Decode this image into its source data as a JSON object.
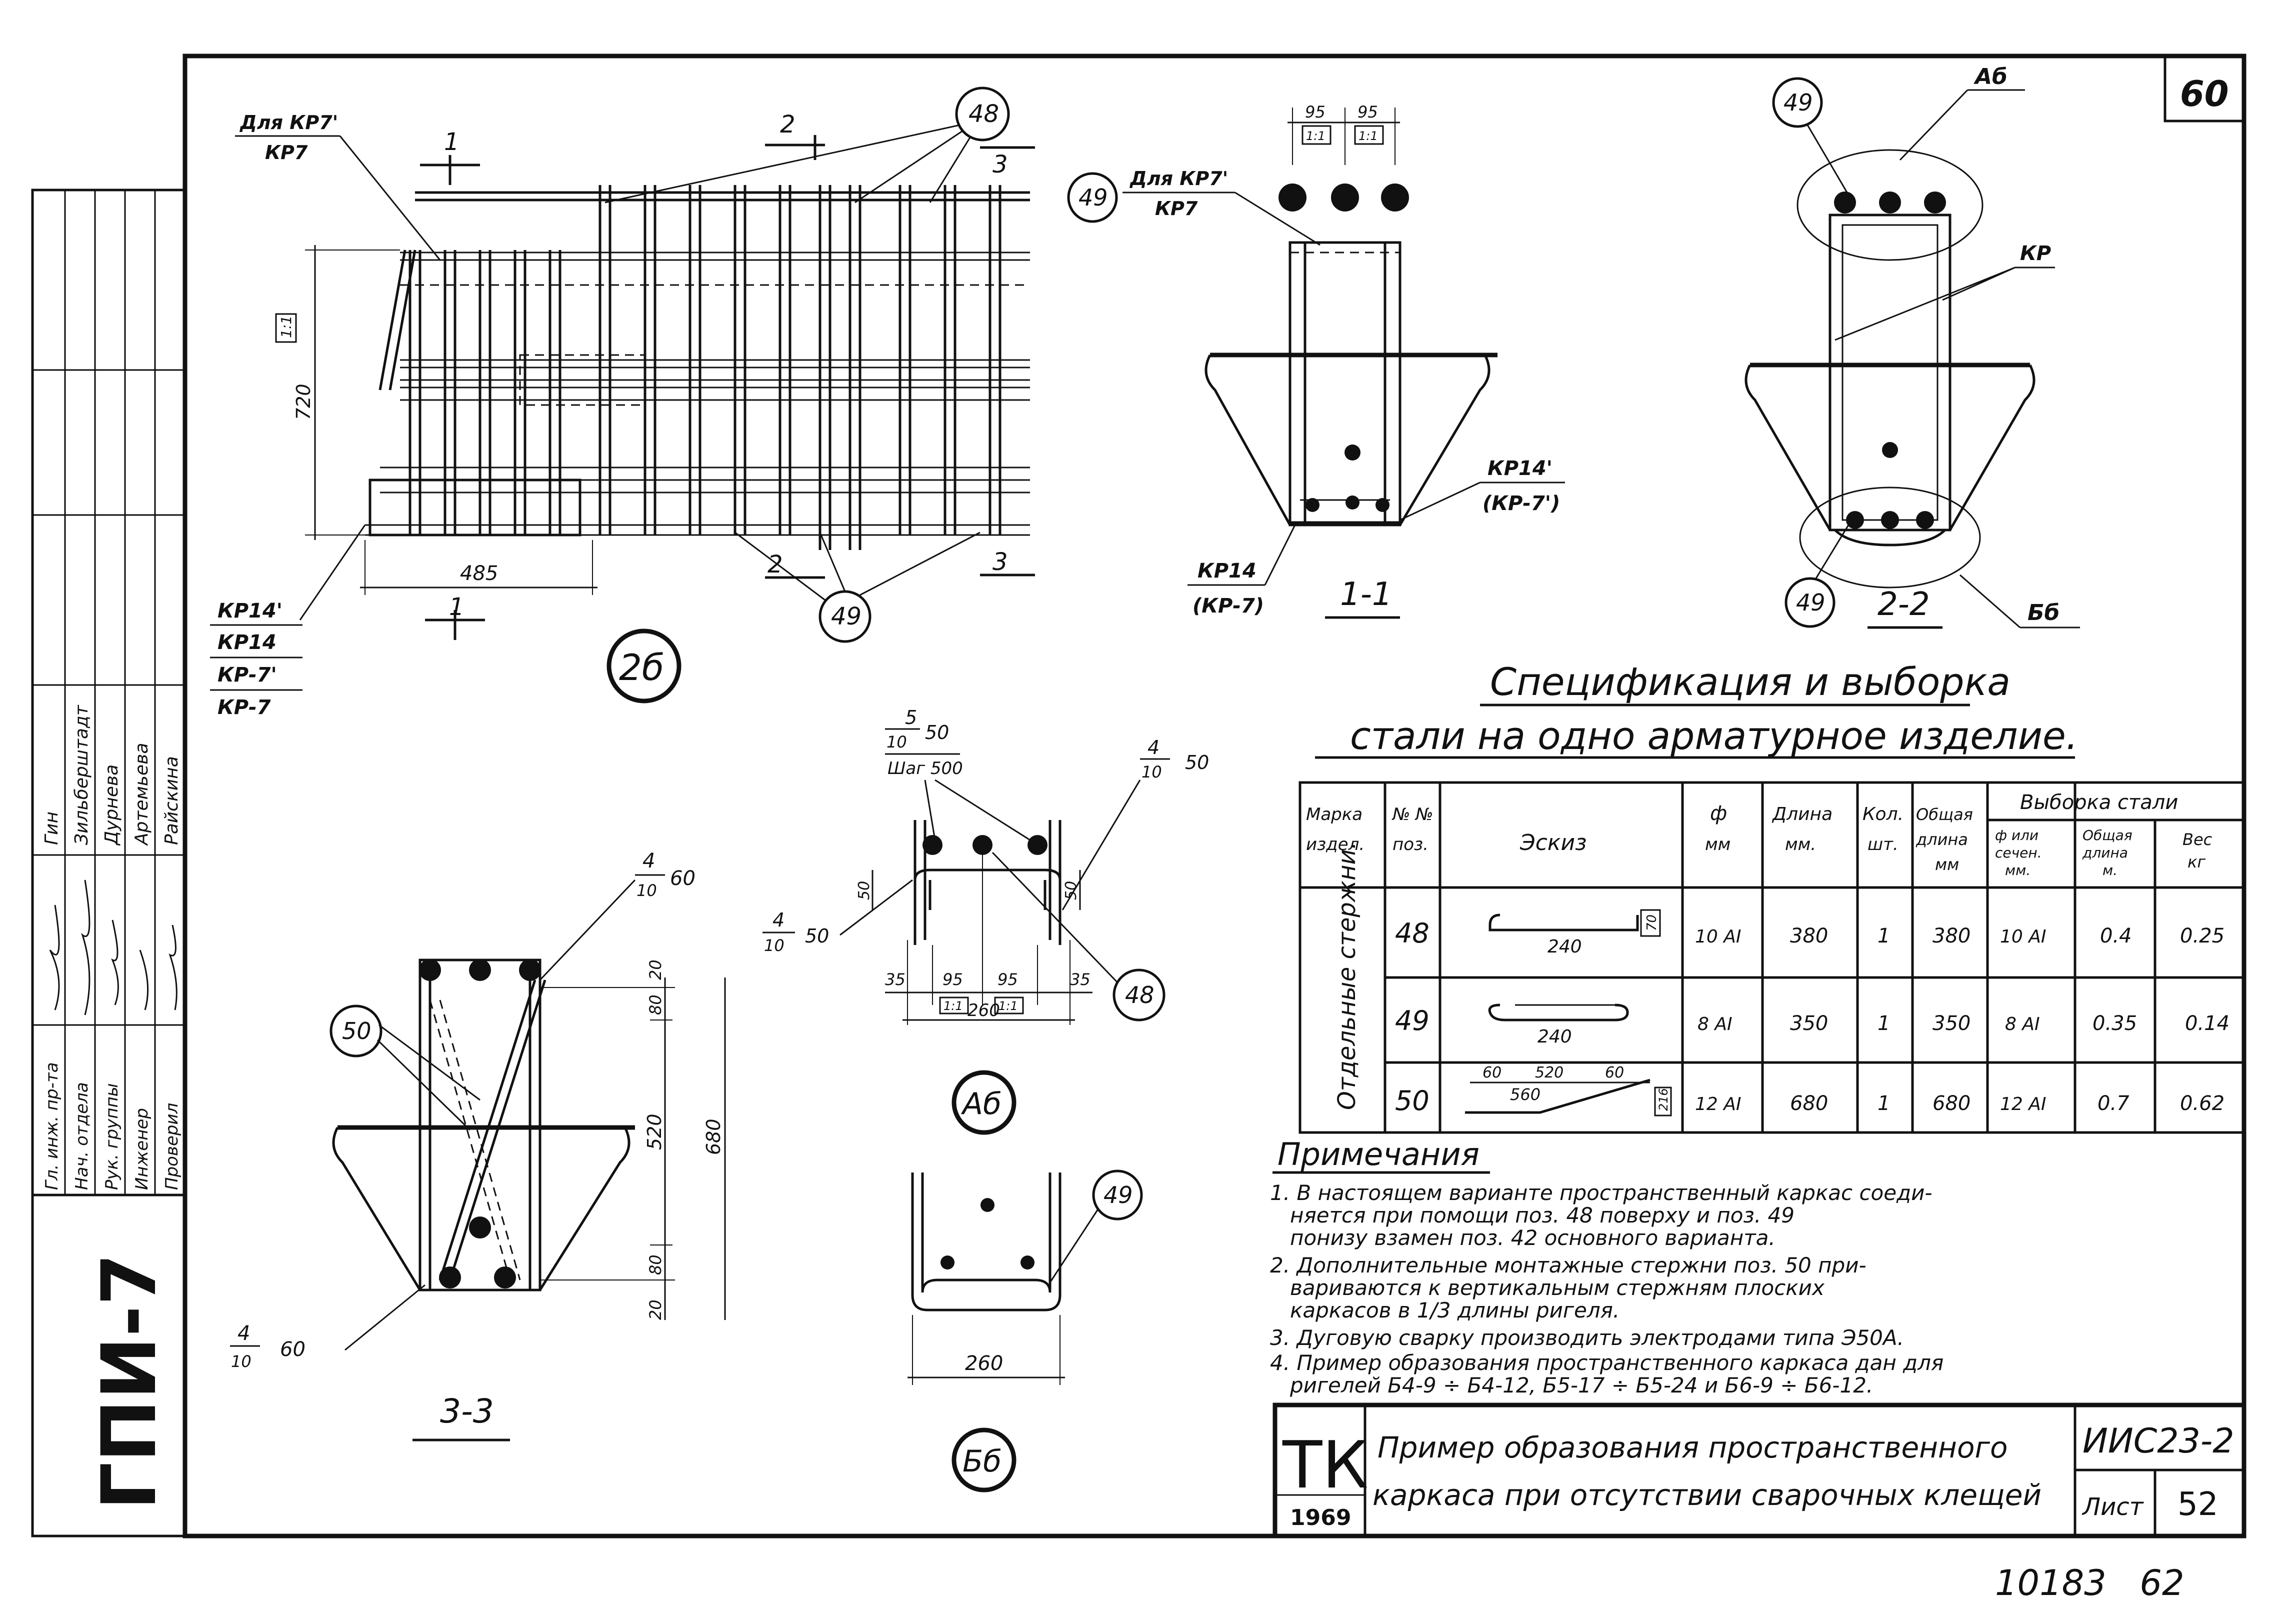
{
  "sheet_number": "60",
  "side_stamp": {
    "code": "ГПИ-7",
    "roles": [
      "Гл. инж. пр-та",
      "Нач. отдела",
      "Рук. группы",
      "Инженер",
      "Проверил"
    ],
    "names": [
      "Гин",
      "Зильберштадт",
      "Дурнева",
      "Артемьева",
      "Райскина"
    ]
  },
  "view_2b": {
    "label_top": "Для КР7'",
    "label_top2": "КР7",
    "section_marks": [
      "1",
      "2",
      "3",
      "1",
      "2",
      "3"
    ],
    "callout_48": "48",
    "callout_49": "49",
    "dim_height": "720",
    "dim_scale": "1:1",
    "dim_width": "485",
    "left_labels": [
      "КР14'",
      "КР14",
      "КР-7'",
      "КР-7"
    ],
    "title": "2б"
  },
  "view_1_1": {
    "dims_top": [
      "95",
      "95"
    ],
    "dims_scale": [
      "1:1",
      "1:1"
    ],
    "callout_49": "49",
    "label_top": "Для КР7'",
    "label_top2": "КР7",
    "right_label": "КР14'",
    "right_label2": "(КР-7')",
    "left_label": "КР14",
    "left_label2": "(КР-7)",
    "title": "1-1"
  },
  "view_2_2": {
    "callout_49_top": "49",
    "callout_49_bottom": "49",
    "label_a": "Аб",
    "label_kp": "КР",
    "label_b": "Бб",
    "title": "2-2"
  },
  "view_3_3": {
    "dim_top": "4",
    "dim_top_den": "10",
    "dim_top_val": "60",
    "callout_50": "50",
    "dims_right": [
      "20",
      "80",
      "520",
      "80",
      "20"
    ],
    "dim_total": "680",
    "dim_bottom": "4",
    "dim_bottom_den": "10",
    "dim_bottom_val": "60",
    "title": "3-3"
  },
  "view_a": {
    "note_top_num": "5",
    "note_top_den": "10",
    "note_top_val": "50",
    "note_step": "Шаг 500",
    "note_right_num": "4",
    "note_right_den": "10",
    "note_right_val": "50",
    "note_left_num": "4",
    "note_left_den": "10",
    "note_left_val": "50",
    "dim_side": "50",
    "dims_bottom": [
      "35",
      "95",
      "95",
      "35"
    ],
    "dims_scale": [
      "1:1",
      "1:1"
    ],
    "dim_total": "260",
    "callout_48": "48",
    "title": "Аб"
  },
  "view_b": {
    "callout_49": "49",
    "dim_total": "260",
    "title": "Бб"
  },
  "spec": {
    "title_line1": "Спецификация и выборка",
    "title_line2": "стали на одно арматурное изделие.",
    "headers": {
      "mark": "Марка издел.",
      "pos": "№ № поз.",
      "sketch": "Эскиз",
      "diam": "ф мм",
      "length": "Длина мм.",
      "qty": "Кол. шт.",
      "total": "Общая длина мм",
      "selection": "Выборка стали",
      "sel_diam": "ф или сечен. мм.",
      "sel_len": "Общая длина м.",
      "sel_weight": "Вес кг"
    },
    "group_label": "Отдельные стержни.",
    "rows": [
      {
        "pos": "48",
        "sketch_dims": "240",
        "sketch_side": "70",
        "diam": "10 AI",
        "length": "380",
        "qty": "1",
        "total": "380",
        "sel_diam": "10 AI",
        "sel_len": "0.4",
        "weight": "0.25"
      },
      {
        "pos": "49",
        "sketch_dims": "240",
        "sketch_side": "",
        "diam": "8 AI",
        "length": "350",
        "qty": "1",
        "total": "350",
        "sel_diam": "8 AI",
        "sel_len": "0.35",
        "weight": "0.14"
      },
      {
        "pos": "50",
        "sketch_dims": "560",
        "sketch_side": "216",
        "diam": "12 AI",
        "length": "680",
        "qty": "1",
        "total": "680",
        "sel_diam": "12 AI",
        "sel_len": "0.7",
        "weight": "0.62"
      }
    ],
    "row50_dims": [
      "60",
      "520",
      "60"
    ]
  },
  "notes": {
    "title": "Примечания",
    "lines": [
      "1. В настоящем варианте пространственный каркас соеди-",
      "няется при помощи поз. 48 поверху и поз. 49",
      "понизу взамен поз. 42 основного варианта.",
      "2. Дополнительные монтажные стержни поз. 50 при-",
      "вариваются к вертикальным стержням плоских",
      "каркасов в 1/3 длины ригеля.",
      "3. Дуговую сварку производить электродами типа Э50А.",
      "4. Пример образования пространственного каркаса дан для",
      "ригелей Б4-9 ÷ Б4-12, Б5-17 ÷ Б5-24 и Б6-9 ÷ Б6-12."
    ]
  },
  "title_block": {
    "logo": "ТК",
    "year": "1969",
    "title_line1": "Пример образования пространственного",
    "title_line2": "каркаса при отсутствии сварочных клещей",
    "series": "ИИС23-2",
    "sheet_label": "Лист",
    "sheet_no": "52"
  },
  "footer_number": "10183   62"
}
